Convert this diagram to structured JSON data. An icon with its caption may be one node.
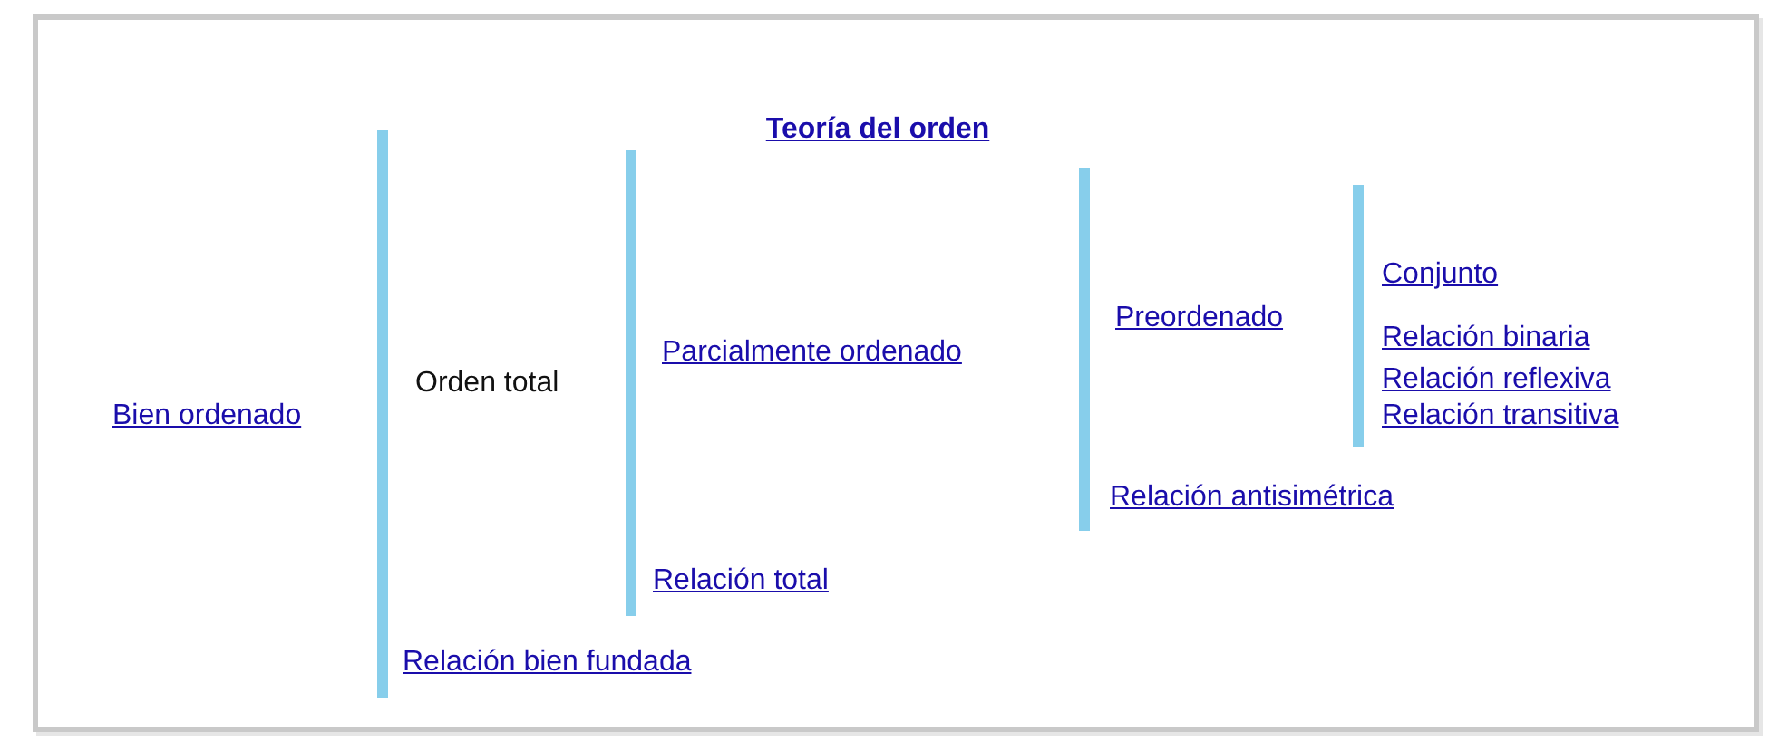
{
  "diagram": {
    "title": "Teoría del orden",
    "labels": [
      "Conjunto",
      "Preordenado",
      "Relación binaria",
      "Parcialmente ordenado",
      "Orden total",
      "Relación reflexiva",
      "Bien ordenado",
      "Relación transitiva",
      "Relación antisimétrica",
      "Relación total",
      "Relación bien fundada"
    ]
  }
}
